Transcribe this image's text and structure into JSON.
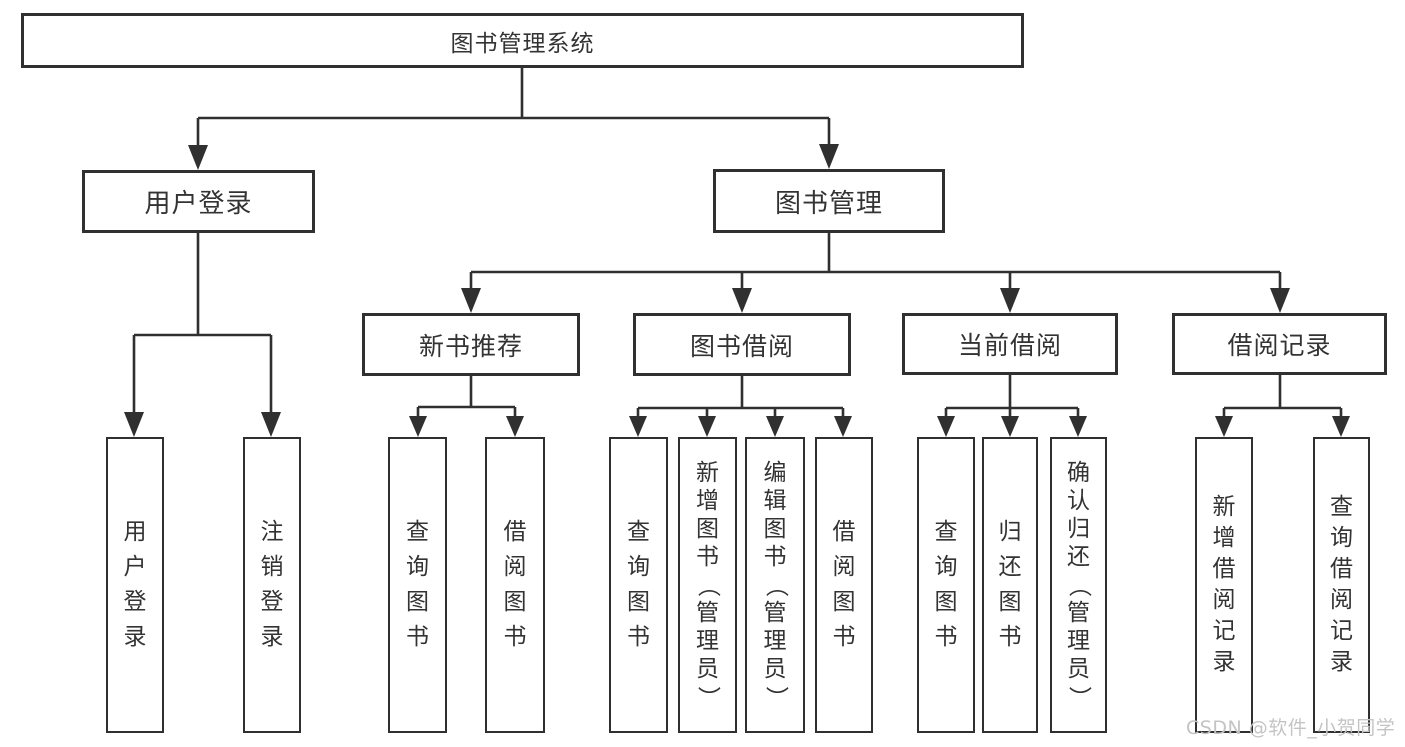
{
  "nodes": {
    "root": "图书管理系统",
    "user_login": "用户登录",
    "book_management": "图书管理",
    "new_book_recommend": "新书推荐",
    "book_borrow": "图书借阅",
    "current_borrow": "当前借阅",
    "borrow_records": "借阅记录",
    "leaf_user_login": "用户登录",
    "leaf_logout": "注销登录",
    "leaf_nbr_query_books": "查询图书",
    "leaf_nbr_borrow_books": "借阅图书",
    "leaf_bb_query_books": "查询图书",
    "leaf_bb_add_books_admin": "新增图书（管理员）",
    "leaf_bb_edit_books_admin": "编辑图书（管理员）",
    "leaf_bb_borrow_books": "借阅图书",
    "leaf_cb_query_books": "查询图书",
    "leaf_cb_return_books": "归还图书",
    "leaf_cb_confirm_return_admin": "确认归还（管理员）",
    "leaf_br_add_record": "新增借阅记录",
    "leaf_br_query_record": "查询借阅记录"
  },
  "watermark": "CSDN @软件_小贺同学",
  "colors": {
    "line": "#303030",
    "text": "#333333",
    "watermark": "#c4c4c4"
  }
}
